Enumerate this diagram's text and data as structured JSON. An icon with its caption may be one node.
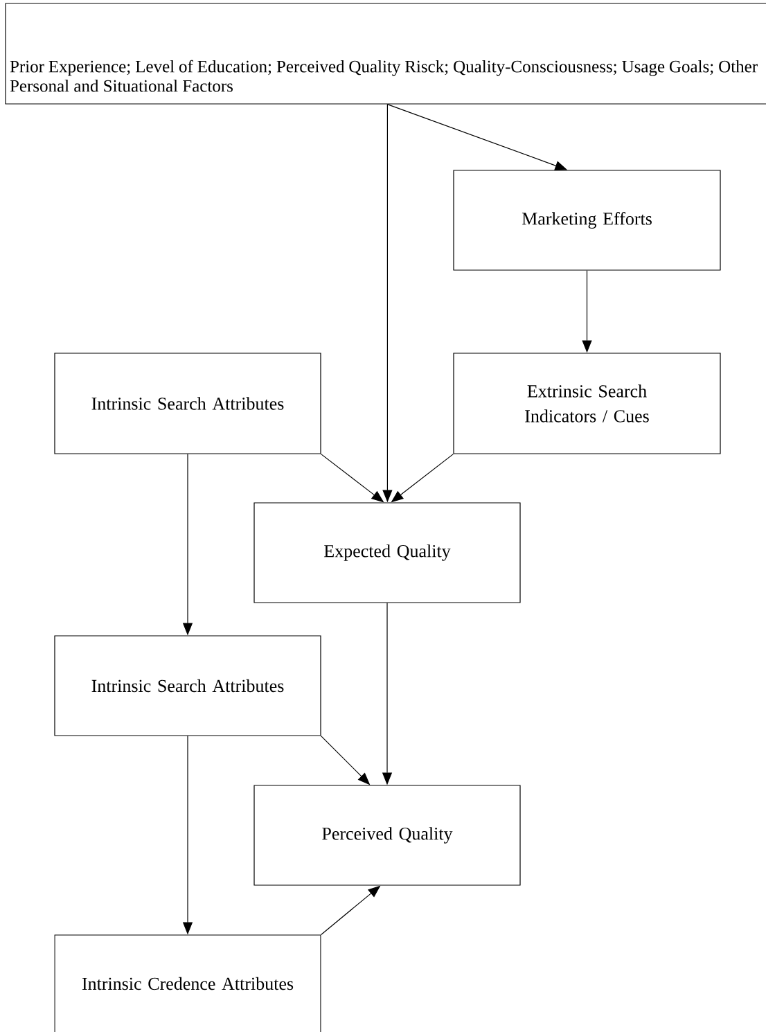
{
  "diagram": {
    "nodes": [
      {
        "text": [
          "Prior Experience; Level of Education; Perceived Quality Risck; Quality-Consciousness; Usage Goals; Other Personal and Situational Factors"
        ]
      },
      {
        "text": [
          "Marketing Efforts"
        ]
      },
      {
        "text": [
          "Extrinsic Search Indicators / Cues"
        ]
      },
      {
        "text": [
          "Intrinsic Search Attributes"
        ]
      },
      {
        "text": [
          "Expected Quality"
        ]
      },
      {
        "text": [
          "Intrinsic Search Attributes"
        ]
      },
      {
        "text": [
          "Perceived Quality"
        ]
      },
      {
        "text": [
          "Intrinsic Credence Attributes"
        ]
      }
    ],
    "edges": [
      {
        "from": 0,
        "to": 1,
        "arrow": "to"
      },
      {
        "from": 0,
        "to": 4,
        "arrow": "to"
      },
      {
        "from": 1,
        "to": 2,
        "arrow": "to"
      },
      {
        "from": 3,
        "to": 4,
        "arrow": "to"
      },
      {
        "from": 2,
        "to": 4,
        "arrow": "to"
      },
      {
        "from": 3,
        "to": 5,
        "arrow": "to"
      },
      {
        "from": 4,
        "to": 6,
        "arrow": "to"
      },
      {
        "from": 5,
        "to": 6,
        "arrow": "to"
      },
      {
        "from": 5,
        "to": 7,
        "arrow": "to"
      },
      {
        "from": 7,
        "to": 6,
        "arrow": "to"
      }
    ]
  }
}
